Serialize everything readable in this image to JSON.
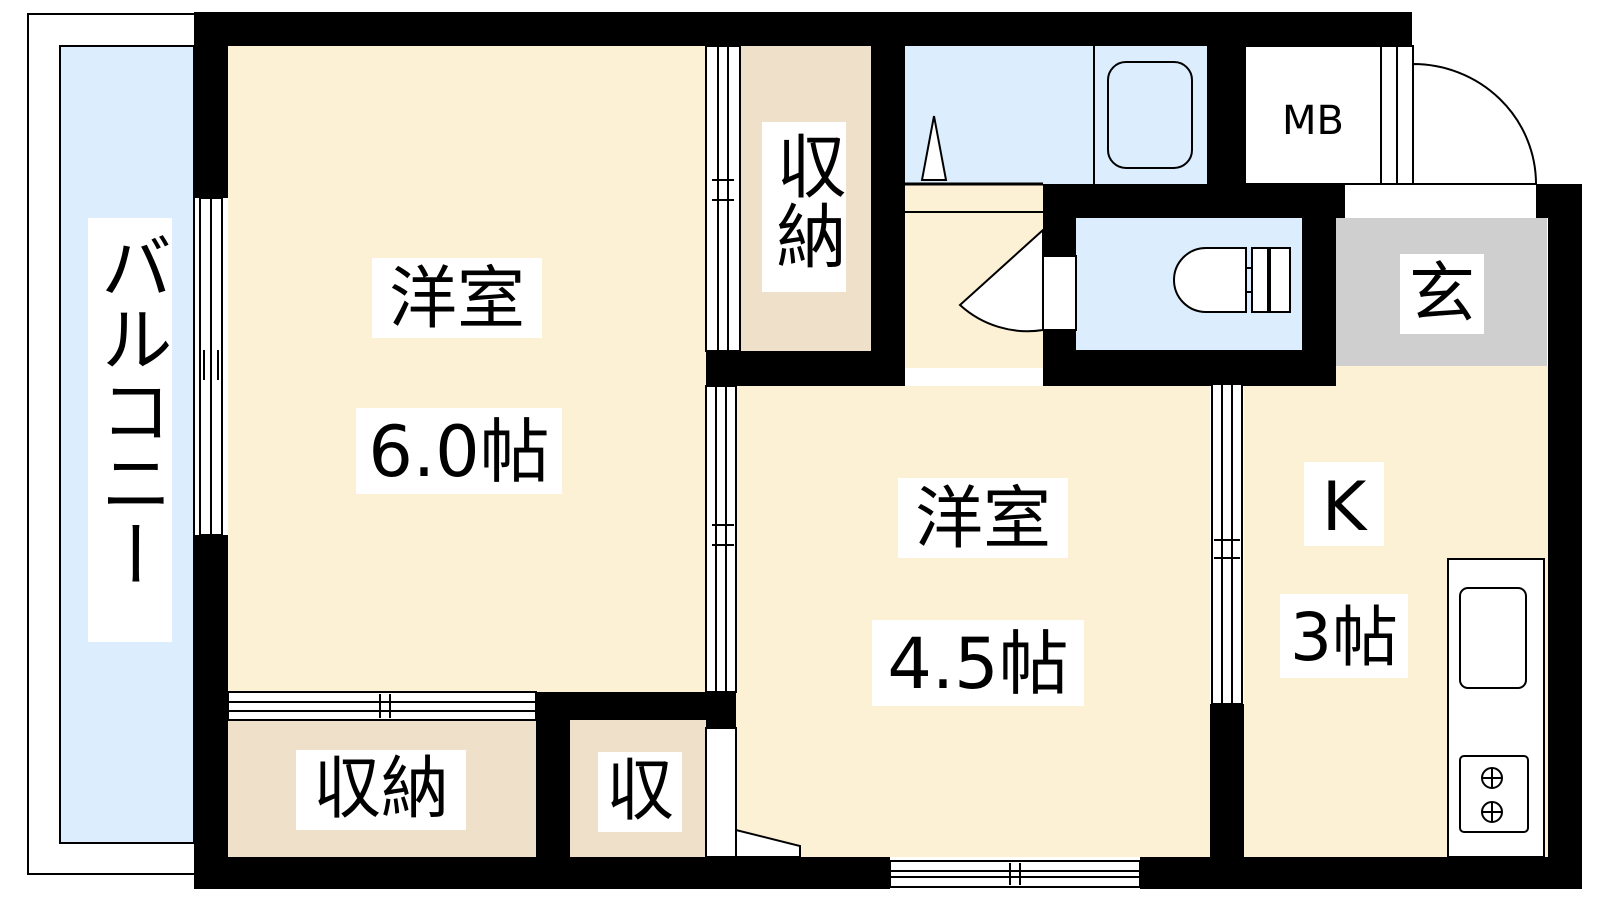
{
  "rooms": {
    "balcony": "バルコニー",
    "western_room_1": "洋室",
    "western_room_1_size": "6.0帖",
    "western_room_2": "洋室",
    "western_room_2_size": "4.5帖",
    "storage_top": "収納",
    "storage_bottom": "収納",
    "storage_small": "収",
    "meter_box": "MB",
    "entrance": "玄",
    "kitchen": "K",
    "kitchen_size": "3帖"
  },
  "colors": {
    "wall": "#000000",
    "room_floor": "#fdf1d5",
    "storage_floor": "#efe0ca",
    "balcony": "#dcedfd",
    "wet_area": "#dcedfd",
    "entrance_floor": "#cfcfcf",
    "label_bg": "#ffffff"
  }
}
